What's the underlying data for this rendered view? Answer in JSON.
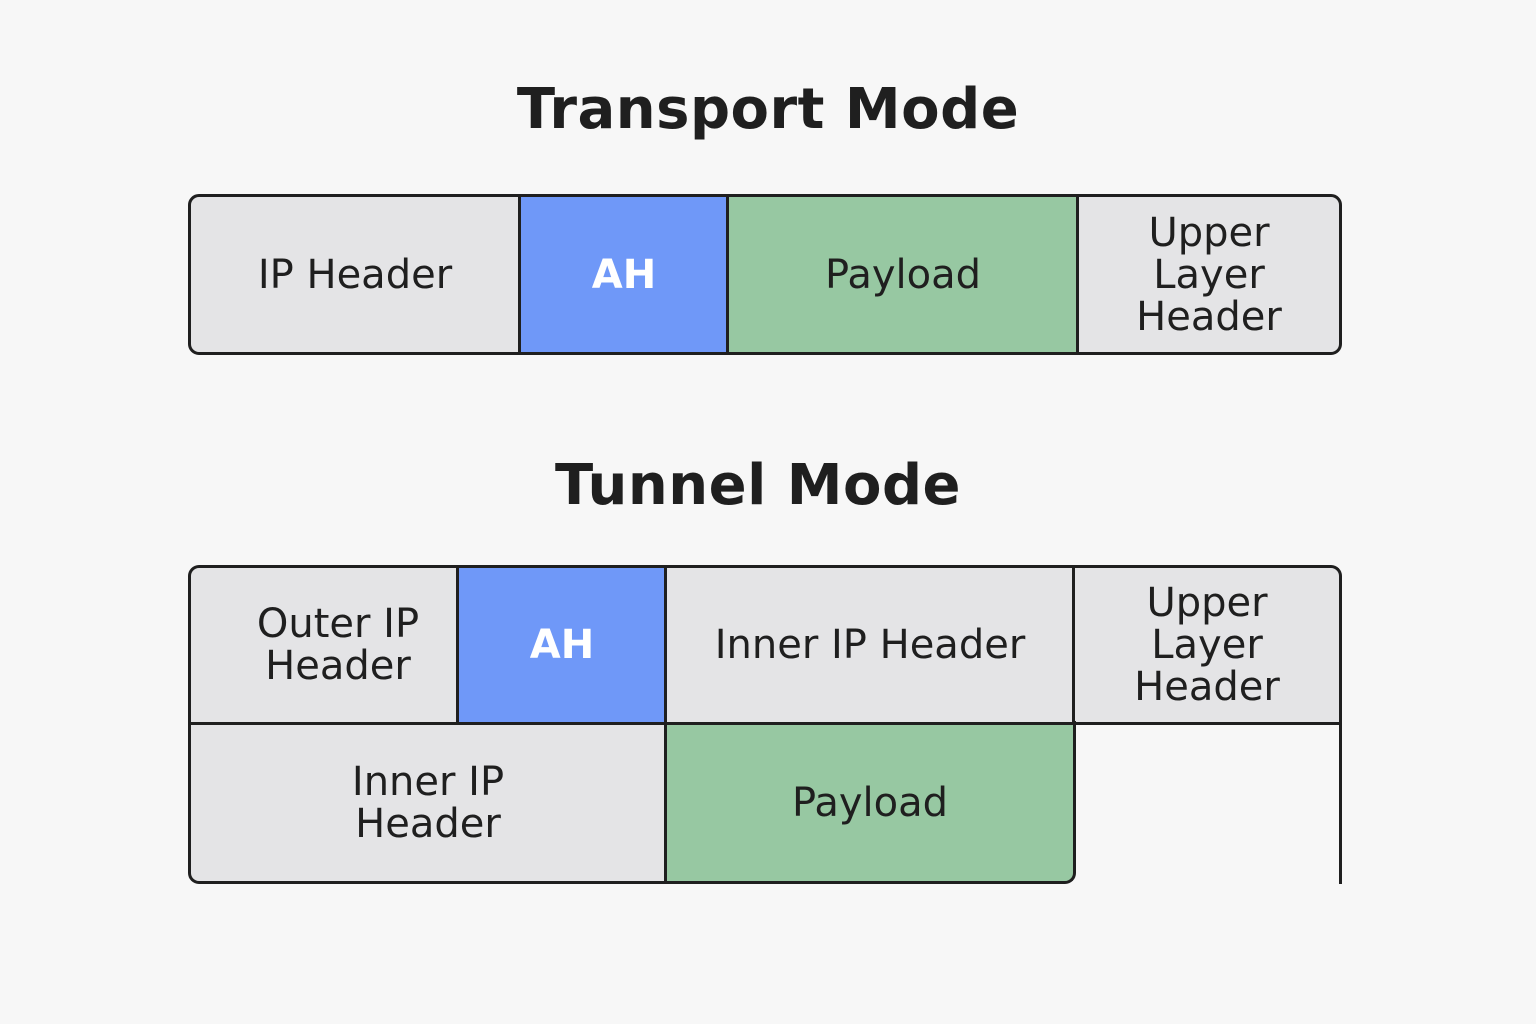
{
  "transport": {
    "title": "Transport Mode",
    "fields": [
      {
        "label": "IP Header",
        "color": "#e4e4e6"
      },
      {
        "label": "AH",
        "color": "#6f98f8"
      },
      {
        "label": "Payload",
        "color": "#97c8a2"
      },
      {
        "label": "Upper\nLayer\nHeader",
        "color": "#e4e4e6"
      }
    ]
  },
  "tunnel": {
    "title": "Tunnel Mode",
    "row1": [
      {
        "label": "Outer IP\nHeader",
        "color": "#e4e4e6"
      },
      {
        "label": "AH",
        "color": "#6f98f8"
      },
      {
        "label": "Inner IP Header",
        "color": "#e4e4e6"
      },
      {
        "label": "Upper\nLayer\nHeader",
        "color": "#e4e4e6"
      }
    ],
    "row2": [
      {
        "label": "Inner IP\nHeader",
        "color": "#e4e4e6"
      },
      {
        "label": "Payload",
        "color": "#97c8a2"
      }
    ]
  }
}
